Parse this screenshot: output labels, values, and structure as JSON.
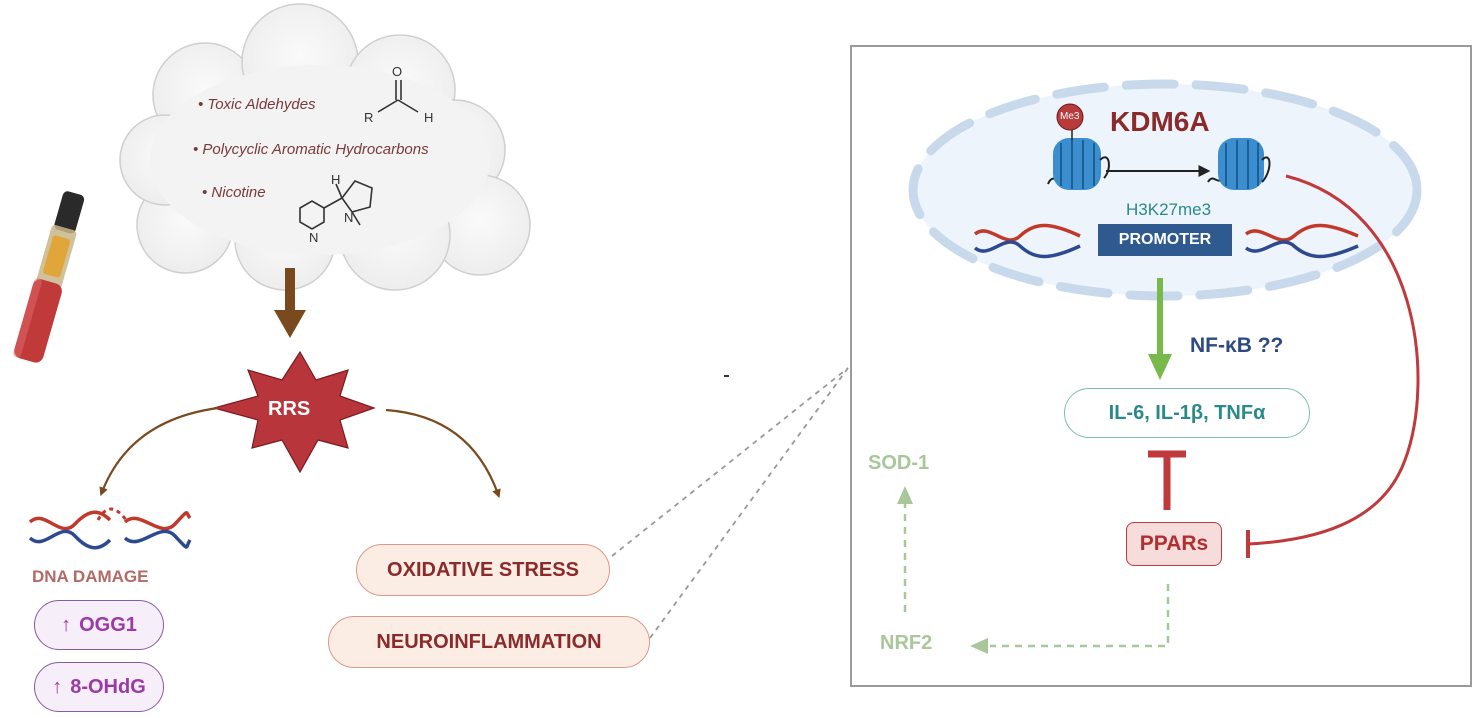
{
  "cloud": {
    "item1": "• Toxic Aldehydes",
    "item2": "• Polycyclic Aromatic Hydrocarbons",
    "item3": "• Nicotine",
    "aldehyde": {
      "o": "O",
      "r": "R",
      "h": "H"
    },
    "nicotine": {
      "h": "H",
      "n_ring": "N",
      "n_pyr": "N"
    }
  },
  "rrs_label": "RRS",
  "dna_damage": {
    "title": "DNA DAMAGE",
    "ogg1": "OGG1",
    "ohdg": "8-OHdG",
    "up_arrow": "↑"
  },
  "outcomes": {
    "oxidative": "OXIDATIVE STRESS",
    "neuro": "NEUROINFLAMMATION"
  },
  "nucleus": {
    "me3": "Me3",
    "kdm6a": "KDM6A",
    "h3k27me3": "H3K27me3",
    "promoter": "PROMOTER"
  },
  "pathway": {
    "nfkb": "NF-κB  ??",
    "cytokines": "IL-6, IL-1β, TNFα",
    "ppars": "PPARs",
    "sod1": "SOD-1",
    "nrf2": "NRF2"
  },
  "colors": {
    "brown_arrow": "#7a4a1f",
    "dark_red": "#8b2a2a",
    "inhibit_red": "#c0393b",
    "green": "#79b94a",
    "faded_green": "#a9c79a",
    "navy": "#2e5a8f",
    "teal": "#2a8a8a",
    "purple": "#9b3aa6",
    "dna_red": "#c0392b",
    "dna_blue": "#2e4a8f"
  }
}
